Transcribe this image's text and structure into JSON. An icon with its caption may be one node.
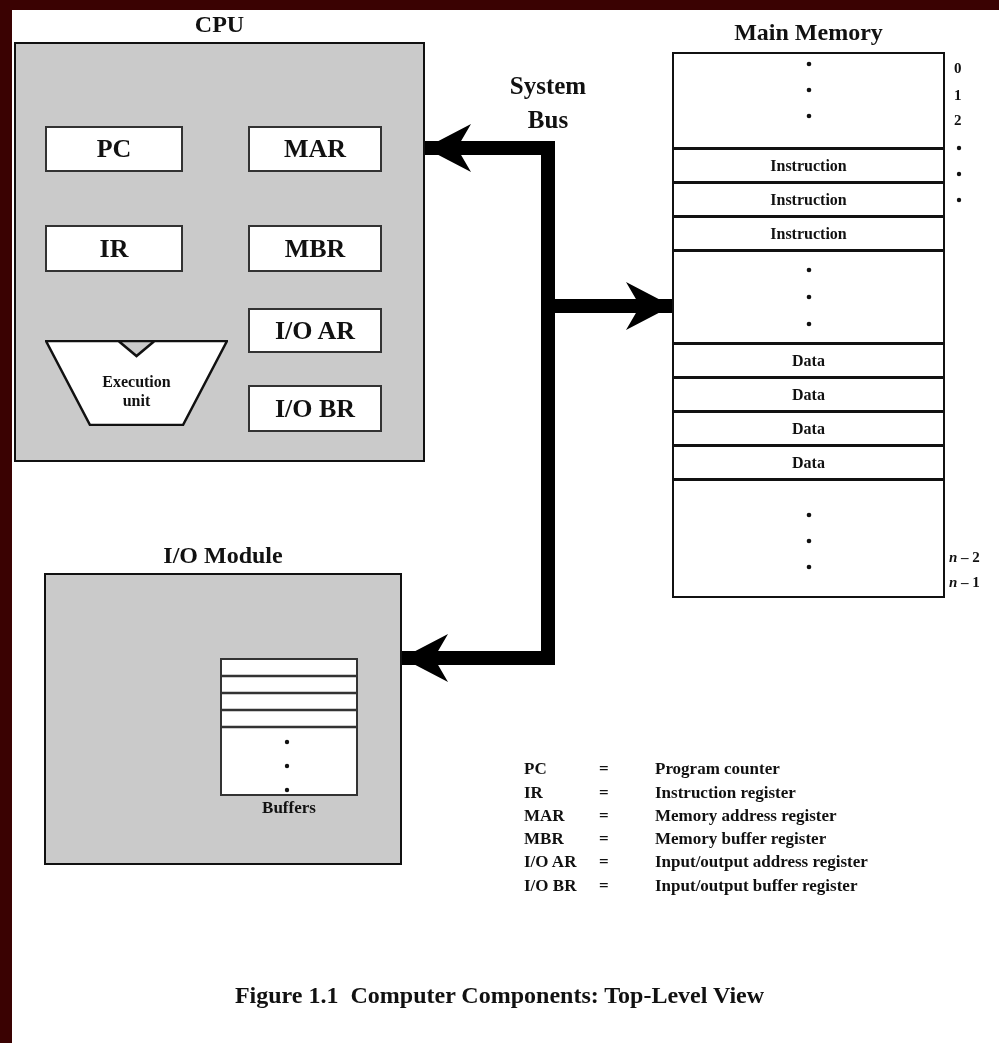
{
  "diagram": {
    "caption": "Figure 1.1  Computer Components: Top-Level View",
    "nodes": [
      {
        "text": [
          "CPU"
        ]
      },
      {
        "text": [
          "PC"
        ],
        "in": 0
      },
      {
        "text": [
          "MAR"
        ],
        "in": 0
      },
      {
        "text": [
          "IR"
        ],
        "in": 0
      },
      {
        "text": [
          "MBR"
        ],
        "in": 0
      },
      {
        "text": [
          "I/O AR"
        ],
        "in": 0
      },
      {
        "text": [
          "Execution unit"
        ],
        "in": 0
      },
      {
        "text": [
          "I/O BR"
        ],
        "in": 0
      },
      {
        "text": [
          "Main Memory"
        ]
      },
      {
        "text": [],
        "shape": "box",
        "in": 8,
        "beside": [
          "0",
          "1",
          "2"
        ]
      },
      {
        "text": [
          "Instruction"
        ],
        "in": 8
      },
      {
        "text": [
          "Instruction"
        ],
        "in": 8
      },
      {
        "text": [
          "Instruction"
        ],
        "in": 8
      },
      {
        "text": [],
        "shape": "box",
        "in": 8
      },
      {
        "text": [
          "Data"
        ],
        "in": 8
      },
      {
        "text": [
          "Data"
        ],
        "in": 8
      },
      {
        "text": [
          "Data"
        ],
        "in": 8
      },
      {
        "text": [
          "Data"
        ],
        "in": 8
      },
      {
        "text": [],
        "shape": "box",
        "in": 8,
        "beside": [
          "*n* – 2",
          "*n* – 1"
        ]
      },
      {
        "text": [
          "I/O Module"
        ]
      },
      {
        "text": [
          "Buffers"
        ],
        "in": 19
      },
      {
        "text": [],
        "shape": "bar",
        "beside": [
          "System Bus"
        ]
      }
    ],
    "edges": [
      {
        "from": 21,
        "to": 0,
        "arrow": "to"
      },
      {
        "from": 21,
        "to": 8,
        "arrow": "to"
      },
      {
        "from": 21,
        "to": 19,
        "arrow": "to"
      }
    ],
    "labels": [
      "PC",
      "=",
      "Program counter",
      "IR",
      "=",
      "Instruction register",
      "MAR",
      "=",
      "Memory address register",
      "MBR",
      "=",
      "Memory buffer register",
      "I/O AR",
      "=",
      "Input/output address register",
      "I/O BR",
      "=",
      "Input/output buffer register"
    ]
  }
}
